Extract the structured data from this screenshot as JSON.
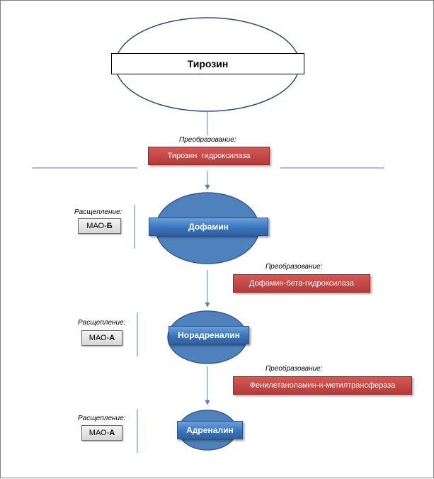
{
  "nodes": {
    "tyrosine": "Тирозин",
    "dopamine": "Дофамин",
    "noradrenaline": "Норадреналин",
    "adrenaline": "Адреналин"
  },
  "conversions": [
    {
      "caption": "Преобразование:",
      "enzyme": "Тирозин  гидроксилаза"
    },
    {
      "caption": "Преобразование:",
      "enzyme": "Дофамин-бета-гидроксилаза"
    },
    {
      "caption": "Преобразование:",
      "enzyme": "Фенилетаноламин-н-метилтрансфераза"
    }
  ],
  "breakdowns": [
    {
      "caption": "Расщепление:",
      "prefix": "МАО-",
      "letter": "Б"
    },
    {
      "caption": "Расщепление:",
      "prefix": "МАО-",
      "letter": "А"
    },
    {
      "caption": "Расщепление:",
      "prefix": "МАО-",
      "letter": "А"
    }
  ],
  "colors": {
    "ellipse_fill": "#4f81bd",
    "ellipse_stroke": "#385d8a",
    "connector": "#4f81bd",
    "enzyme_box": "#c0504d",
    "node_box": "#4f81bd",
    "mao_box": "#d9d9d9"
  }
}
